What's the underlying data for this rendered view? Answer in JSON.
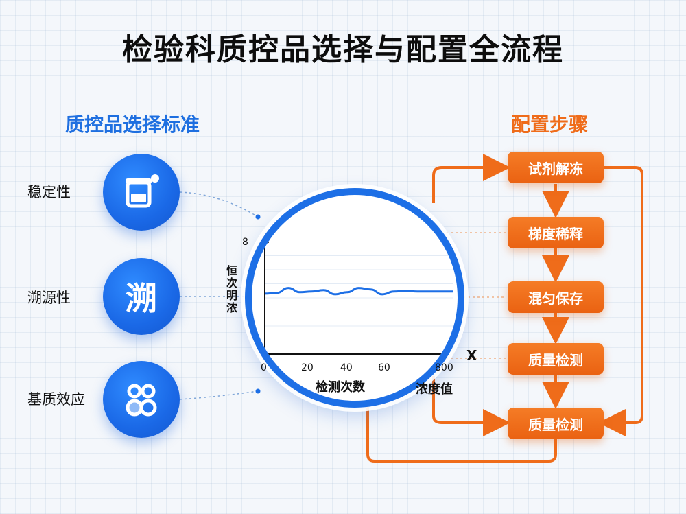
{
  "title": "检验科质控品选择与配置全流程",
  "criteria": {
    "heading": "质控品选择标准",
    "items": [
      {
        "label": "稳定性",
        "icon": "jar-icon"
      },
      {
        "label": "溯源性",
        "glyph": "溯",
        "icon": "trace-glyph-icon"
      },
      {
        "label": "基质效应",
        "icon": "people-icon"
      }
    ]
  },
  "steps": {
    "heading": "配置步骤",
    "items": [
      "试剂解冻",
      "梯度稀释",
      "混匀保存",
      "质量检测",
      "质量检测"
    ]
  },
  "chart_data": {
    "type": "line",
    "xlabel": "检测次数",
    "xlabel2": "浓度值",
    "x_axis_symbol": "X",
    "ylabel": "恒次明浓",
    "y_top_tick": "8",
    "x_ticks": [
      "0",
      "20",
      "40",
      "60",
      "800"
    ],
    "series": [
      {
        "x": [
          0,
          5,
          10,
          15,
          20,
          25,
          30,
          35,
          40,
          45,
          50,
          55,
          60,
          65,
          70,
          75,
          80
        ],
        "values": [
          4.3,
          4.35,
          4.7,
          4.4,
          4.45,
          4.55,
          4.25,
          4.4,
          4.7,
          4.6,
          4.25,
          4.45,
          4.5,
          4.45,
          4.45,
          4.45,
          4.45
        ]
      }
    ],
    "xlim": [
      0,
      80
    ],
    "ylim": [
      0,
      8
    ]
  },
  "colors": {
    "blue": "#1d6fe6",
    "orange": "#ef6c1a"
  }
}
